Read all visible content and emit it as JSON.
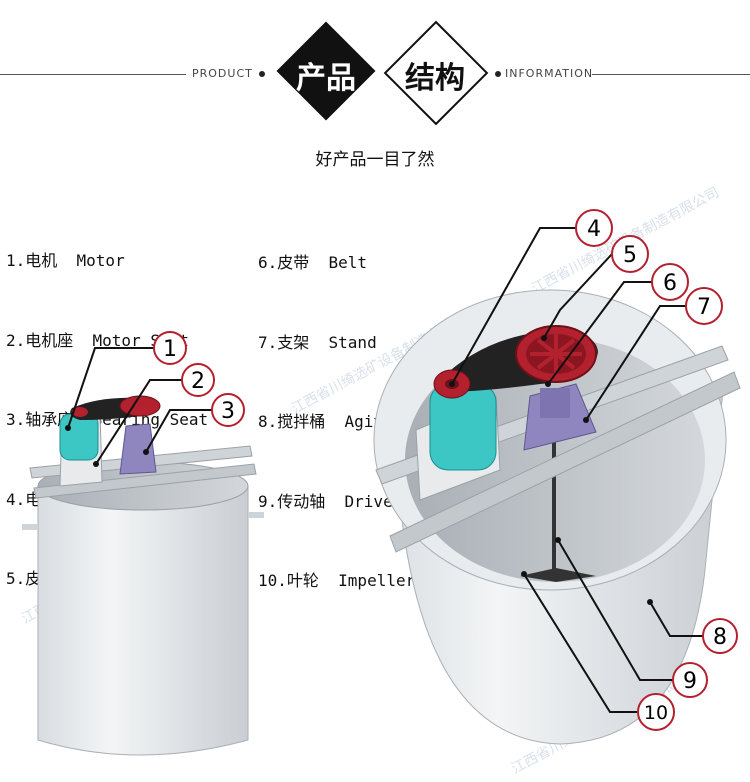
{
  "header": {
    "left_label": "PRODUCT",
    "right_label": "INFORMATION",
    "title_left": "产品",
    "title_right": "结构",
    "subtitle": "好产品一目了然"
  },
  "parts_left": [
    "1.电机  Motor",
    "2.电机座  Motor Seat",
    "3.轴承座  Bearing Seat",
    "4.电机轮  Motor Wheel",
    "5.皮带轮  Belt Pulley"
  ],
  "parts_right": [
    "6.皮带  Belt",
    "7.支架  Stand",
    "8.搅拌桶  Agitation Plate",
    "9.传动轴  Drive Shaft",
    "10.叶轮  Impeller"
  ],
  "callouts": [
    "1",
    "2",
    "3",
    "4",
    "5",
    "6",
    "7",
    "8",
    "9",
    "10"
  ],
  "watermark": "江西省川绮选矿设备制造有限公司",
  "colors": {
    "motor": "#3cc6c4",
    "pulley": "#b3202e",
    "seat": "#8f86c0",
    "tank": "#e6e9ec",
    "frame": "#cfd4d8"
  }
}
